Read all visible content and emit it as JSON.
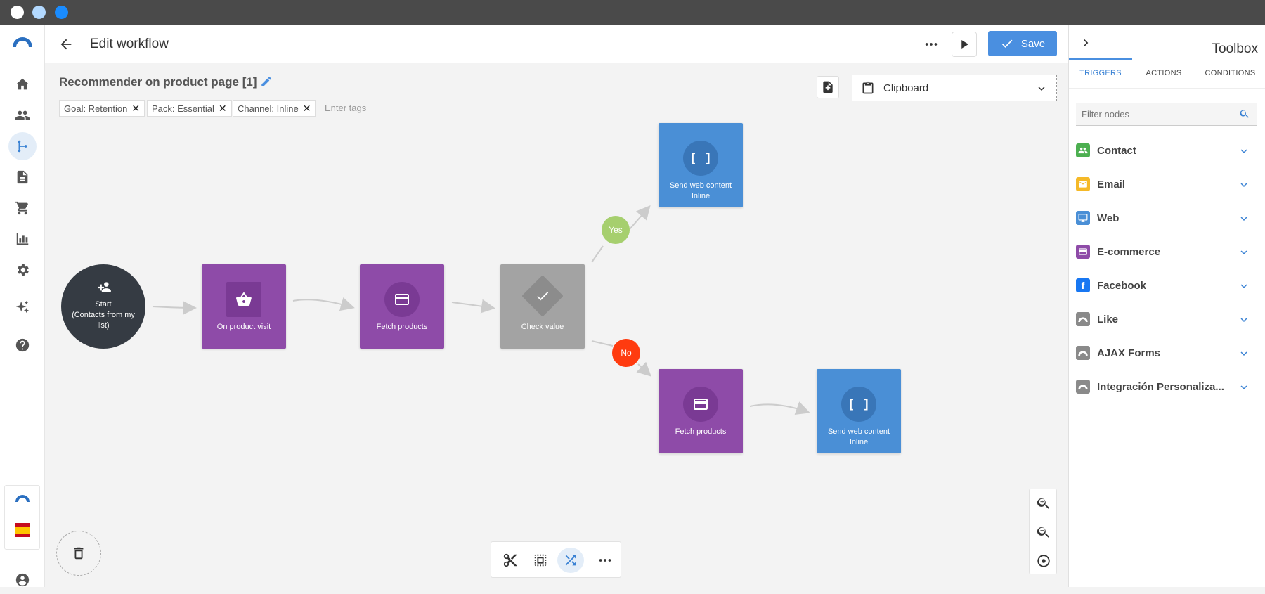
{
  "window": {
    "dots": [
      "#ffffff",
      "#b3d9ff",
      "#1a8cff"
    ]
  },
  "header": {
    "title": "Edit workflow",
    "save_label": "Save"
  },
  "workflow": {
    "name": "Recommender on product page [1]",
    "tags": [
      "Goal: Retention",
      "Pack: Essential",
      "Channel: Inline"
    ],
    "tag_placeholder": "Enter tags",
    "clipboard_label": "Clipboard"
  },
  "nodes": {
    "start": {
      "line1": "Start",
      "line2": "(Contacts from my list)"
    },
    "product_visit": "On product visit",
    "fetch1": "Fetch products",
    "check": "Check value",
    "send1": {
      "line1": "Send web content",
      "line2": "Inline"
    },
    "fetch2": "Fetch products",
    "send2": {
      "line1": "Send web content",
      "line2": "Inline"
    },
    "yes": "Yes",
    "no": "No"
  },
  "toolbox": {
    "title": "Toolbox",
    "tabs": [
      "TRIGGERS",
      "ACTIONS",
      "CONDITIONS"
    ],
    "filter_placeholder": "Filter nodes",
    "categories": [
      {
        "label": "Contact",
        "color": "#4caf50"
      },
      {
        "label": "Email",
        "color": "#f5b928"
      },
      {
        "label": "Web",
        "color": "#4a8fd6"
      },
      {
        "label": "E-commerce",
        "color": "#8e4ba8"
      },
      {
        "label": "Facebook",
        "color": "#1877f2"
      },
      {
        "label": "Like",
        "color": "#8a8a8a"
      },
      {
        "label": "AJAX Forms",
        "color": "#8a8a8a"
      },
      {
        "label": "Integración Personaliza...",
        "color": "#8a8a8a"
      }
    ]
  },
  "colors": {
    "accent": "#4a8fe0",
    "purple": "#8e4ba8",
    "blue": "#4a8fd6",
    "yes": "#a6cf6e",
    "no": "#ff3b0f"
  }
}
